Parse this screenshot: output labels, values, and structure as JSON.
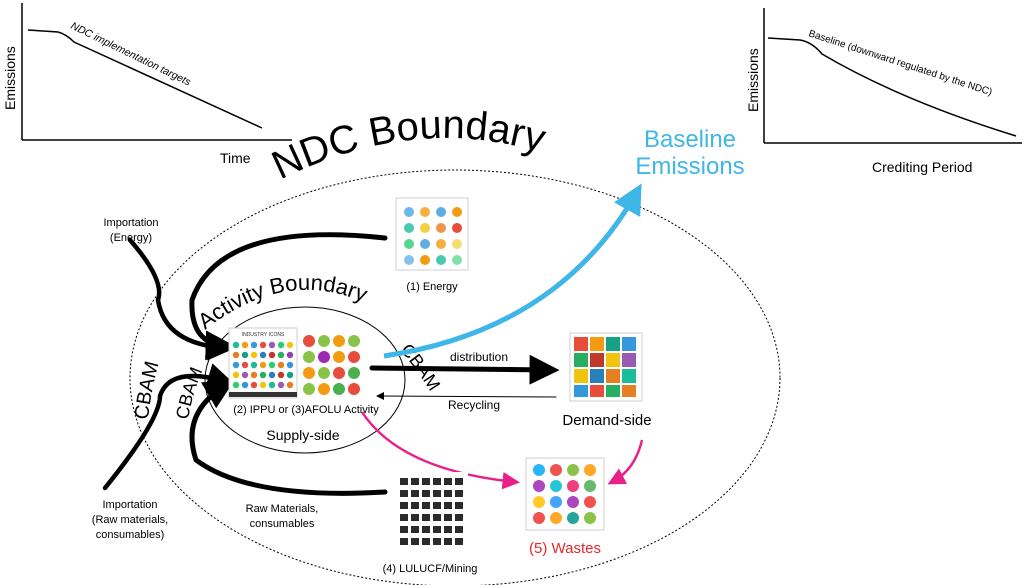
{
  "left_chart": {
    "ylabel": "Emissions",
    "xlabel": "Time",
    "curve_label": "NDC implementation targets"
  },
  "right_chart": {
    "ylabel": "Emissions",
    "xlabel": "Crediting Period",
    "curve_label": "Baseline (downward regulated by the NDC)"
  },
  "labels": {
    "ndc_boundary": "NDC Boundary",
    "activity_boundary": "Activity Boundary",
    "baseline_line1": "Baseline",
    "baseline_line2": "Emissions",
    "energy": "(1) Energy",
    "ippu_afolu": "(2) IPPU or (3)AFOLU Activity",
    "supply_side": "Supply-side",
    "demand_side": "Demand-side",
    "distribution": "distribution",
    "recycling": "Recycling",
    "wastes": "(5) Wastes",
    "lulucf": "(4) LULUCF/Mining",
    "import_energy_1": "Importation",
    "import_energy_2": "(Energy)",
    "import_raw_1": "Importation",
    "import_raw_2": "(Raw materials,",
    "import_raw_3": "consumables)",
    "raw_materials_1": "Raw Materials,",
    "raw_materials_2": "consumables",
    "cbam_left": "CBAM",
    "cbam_inner": "CBAM",
    "cbam_right": "CBAM",
    "ippu_panel_title": "INDUSTRY ICONS"
  },
  "colors": {
    "baseline": "#3fb6e8",
    "wastes": "#e8208a",
    "wastes_text": "#e8262e",
    "arrow": "#000000"
  }
}
